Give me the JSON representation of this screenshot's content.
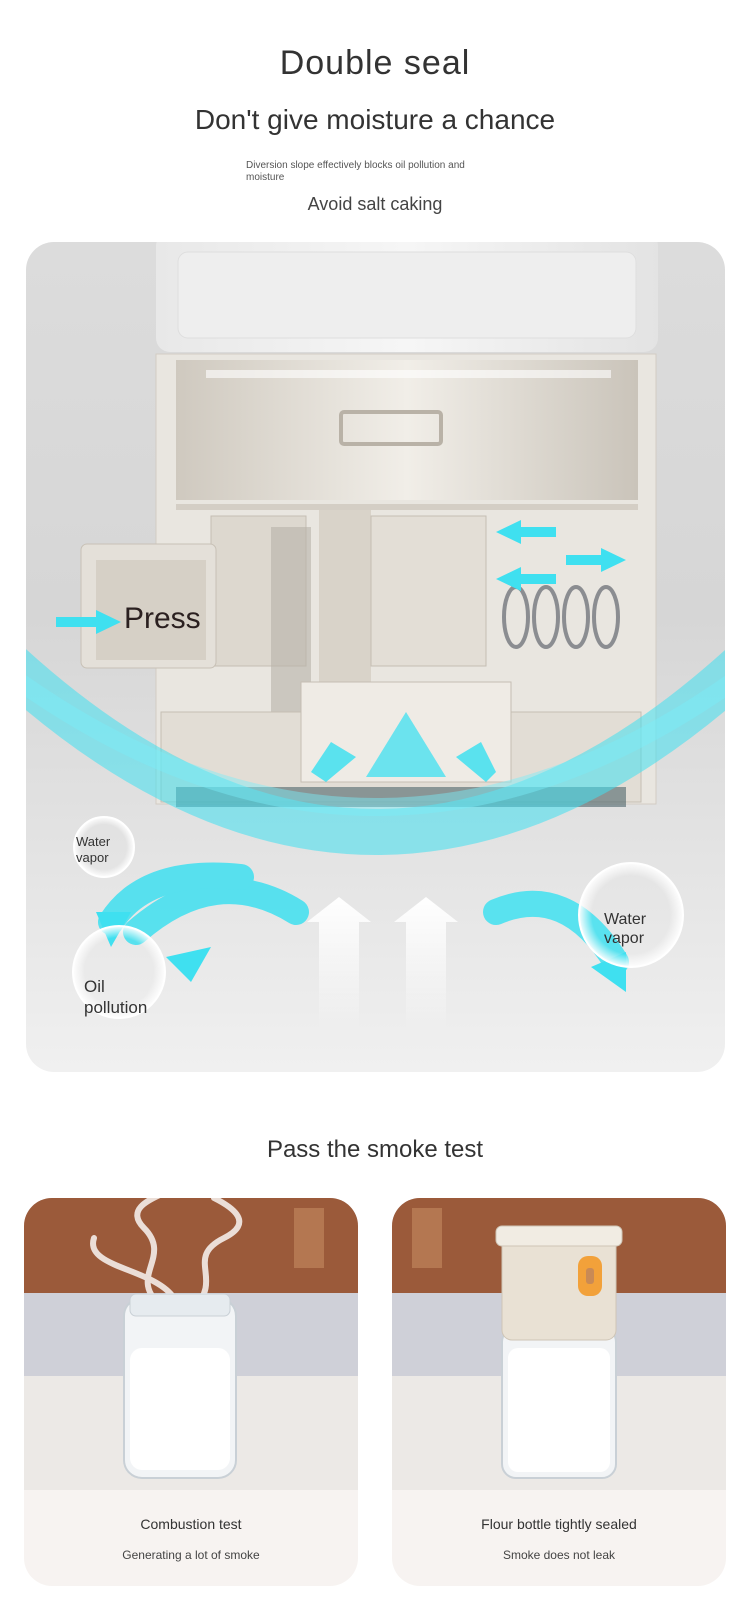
{
  "header": {
    "title": "Double seal",
    "subtitle": "Don't give moisture a chance",
    "note": "Diversion slope effectively blocks oil pollution and moisture",
    "tagline": "Avoid salt caking"
  },
  "diagram": {
    "press_label": "Press",
    "labels": {
      "water_vapor_small": "Water\nvapor",
      "oil_pollution": "Oil\npollution",
      "water_vapor_right": "Water\nvapor"
    },
    "colors": {
      "accent": "#3fe0f0",
      "body": "#e9e6e0",
      "shell": "#cfcac2"
    }
  },
  "smoke_test": {
    "title": "Pass the smoke test",
    "cards": [
      {
        "caption": "Combustion test",
        "sub": "Generating a lot of smoke"
      },
      {
        "caption": "Flour bottle tightly sealed",
        "sub": "Smoke does not leak"
      }
    ],
    "colors": {
      "button": "#f2a13a",
      "counter": "#c98a55"
    }
  }
}
